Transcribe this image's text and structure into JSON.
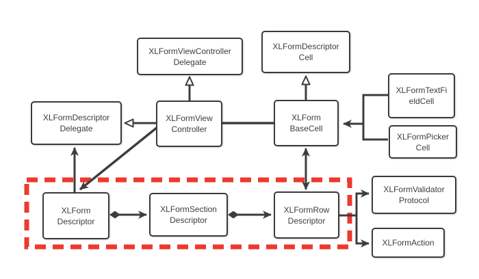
{
  "colors": {
    "box_border": "#3a3a3a",
    "box_fill": "#ffffff",
    "text": "#3d3d3d",
    "line": "#3d3d3d",
    "highlight_red": "#ee392e",
    "background": "#ffffff"
  },
  "nodes": {
    "vc_delegate": {
      "label": "XLFormViewController\nDelegate"
    },
    "descriptor_cell": {
      "label": "XLFormDescriptor\nCell"
    },
    "textfield_cell": {
      "label": "XLFormTextFi\neldCell"
    },
    "picker_cell": {
      "label": "XLFormPicker\nCell"
    },
    "descriptor_delegate": {
      "label": "XLFormDescriptor\nDelegate"
    },
    "view_controller": {
      "label": "XLFormView\nController"
    },
    "base_cell": {
      "label": "XLForm\nBaseCell"
    },
    "descriptor": {
      "label": "XLForm\nDescriptor"
    },
    "section_descriptor": {
      "label": "XLFormSection\nDescriptor"
    },
    "row_descriptor": {
      "label": "XLFormRow\nDescriptor"
    },
    "validator_protocol": {
      "label": "XLFormValidator\nProtocol"
    },
    "action": {
      "label": "XLFormAction"
    }
  },
  "edges": [
    {
      "from": "view_controller",
      "to": "vc_delegate",
      "type": "triangle-arrow"
    },
    {
      "from": "base_cell",
      "to": "descriptor_cell",
      "type": "triangle-arrow"
    },
    {
      "from": "view_controller",
      "to": "descriptor_delegate",
      "type": "triangle-arrow"
    },
    {
      "from": "view_controller",
      "to": "base_cell",
      "type": "composition-diamond"
    },
    {
      "from": "view_controller",
      "to": "descriptor",
      "type": "arrow"
    },
    {
      "from": "descriptor",
      "to": "descriptor_delegate",
      "type": "arrow"
    },
    {
      "from": "descriptor",
      "to": "section_descriptor",
      "type": "diamond-arrow"
    },
    {
      "from": "section_descriptor",
      "to": "row_descriptor",
      "type": "diamond-arrow"
    },
    {
      "from": "base_cell",
      "to": "row_descriptor",
      "type": "bidirectional-arrow"
    },
    {
      "from": "textfield_cell",
      "to": "base_cell",
      "type": "arrow"
    },
    {
      "from": "picker_cell",
      "to": "base_cell",
      "type": "arrow"
    },
    {
      "from": "row_descriptor",
      "to": "validator_protocol",
      "type": "arrow"
    },
    {
      "from": "row_descriptor",
      "to": "action",
      "type": "arrow"
    }
  ],
  "highlight": {
    "description": "red dashed rectangle around descriptor model classes"
  }
}
